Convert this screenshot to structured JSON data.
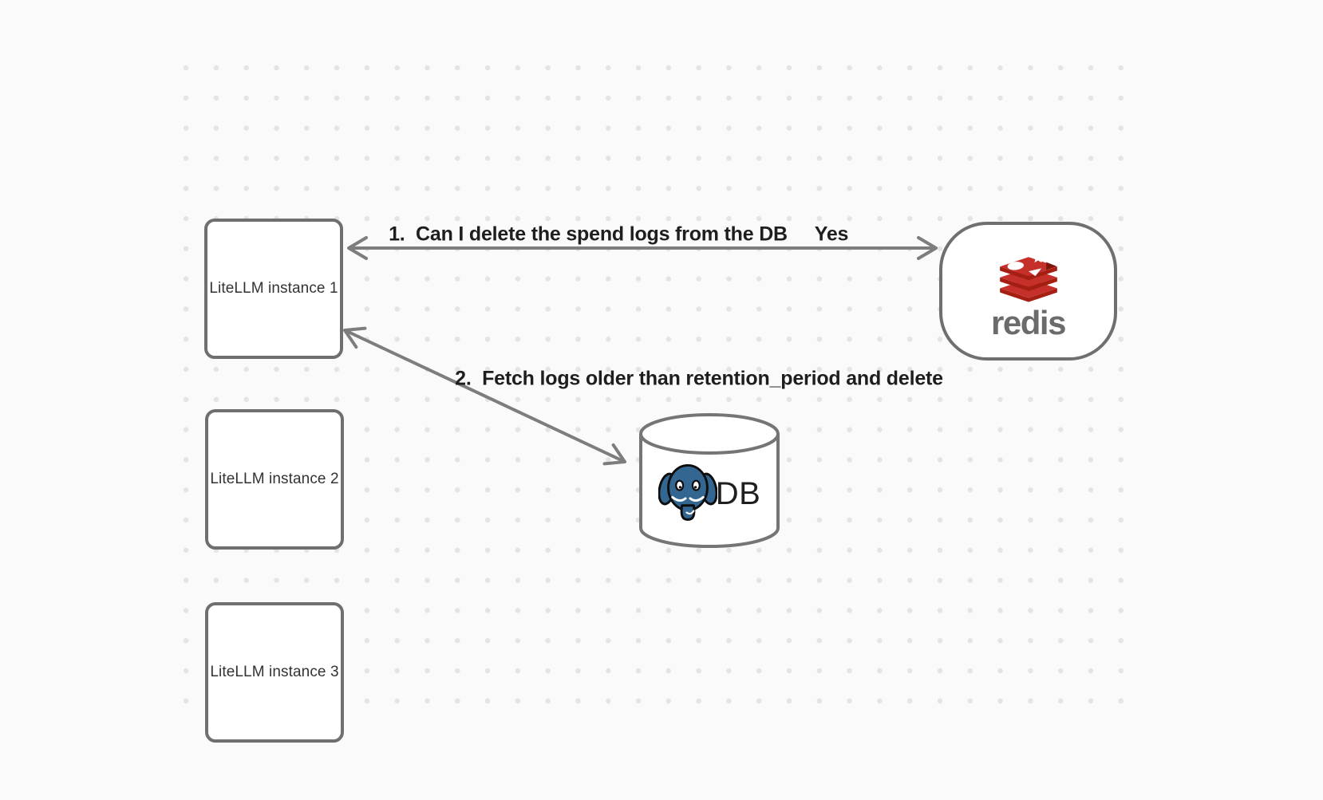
{
  "canvas": {
    "background": "#fafafa",
    "dot_color": "#e4e4e4"
  },
  "nodes": {
    "litellm": [
      {
        "label": "LiteLLM instance 1"
      },
      {
        "label": "LiteLLM instance 2"
      },
      {
        "label": "LiteLLM instance 3"
      }
    ],
    "redis": {
      "name": "Redis",
      "wordmark": "redis",
      "logo_icon": "redis-cube-stack-icon"
    },
    "db": {
      "label": "DB",
      "logo_icon": "postgresql-elephant-icon"
    }
  },
  "edges": {
    "edge1": {
      "label": "1.  Can I delete the spend logs from the DB",
      "answer": "Yes",
      "from": "Redis",
      "to": "LiteLLM instance 1",
      "style": "double-headed-arrow"
    },
    "edge2": {
      "label": "2.  Fetch logs older than retention_period and delete",
      "from": "LiteLLM instance 1",
      "to": "DB",
      "style": "double-headed-arrow"
    }
  },
  "colors": {
    "shape_border": "#6f6f6f",
    "arrow": "#7d7d7d",
    "edge_label_text": "#1e1e1e",
    "box_label_text": "#333333",
    "redis_red": "#c6302b",
    "redis_dark_red": "#a41e11",
    "redis_wordmark_gray": "#6b6b6b",
    "postgres_blue": "#336791",
    "db_label_text": "#1f1f1f"
  }
}
